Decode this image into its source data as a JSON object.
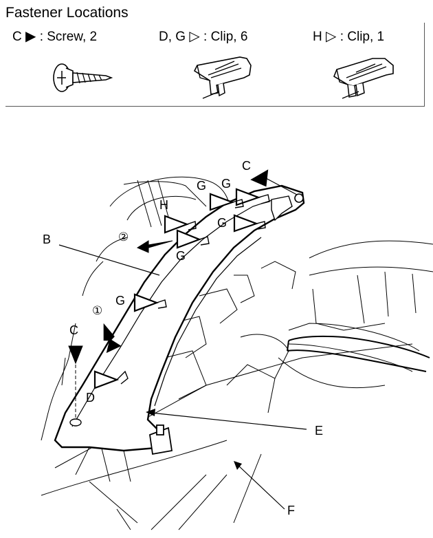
{
  "title": "Fastener Locations",
  "legend": [
    {
      "id": "C",
      "label": "C",
      "symbol": "▶",
      "desc": ": Screw, 2",
      "icon": "screw-icon"
    },
    {
      "id": "DG",
      "label": "D, G",
      "symbol": "▷",
      "desc": ": Clip, 6",
      "icon": "clip-icon"
    },
    {
      "id": "H",
      "label": "H",
      "symbol": "▷",
      "desc": ": Clip, 1",
      "icon": "clip-icon"
    }
  ],
  "callouts": {
    "b": "B",
    "c_top": "C",
    "c_left": "C",
    "d": "D",
    "e": "E",
    "f": "F",
    "h": "H",
    "g": "G",
    "step1": "①",
    "step2": "②"
  }
}
